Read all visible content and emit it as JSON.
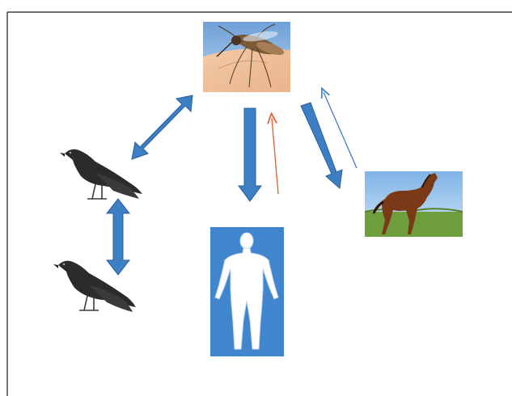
{
  "diagram": {
    "nodes": [
      {
        "id": "mosquito",
        "icon": "mosquito-photo"
      },
      {
        "id": "crow-upper",
        "icon": "crow-icon"
      },
      {
        "id": "crow-lower",
        "icon": "crow-icon"
      },
      {
        "id": "human",
        "icon": "human-silhouette-icon"
      },
      {
        "id": "horse",
        "icon": "horse-photo"
      }
    ],
    "edges": [
      {
        "from": "mosquito",
        "to": "crow-upper",
        "style": "thick-double",
        "color": "#3d7fc4"
      },
      {
        "from": "crow-upper",
        "to": "crow-lower",
        "style": "thick-double",
        "color": "#3d7fc4"
      },
      {
        "from": "mosquito",
        "to": "human",
        "style": "thick-single",
        "color": "#3d7fc4"
      },
      {
        "from": "human",
        "to": "mosquito",
        "style": "thin-single",
        "color": "#e0653a"
      },
      {
        "from": "mosquito",
        "to": "horse",
        "style": "thick-single",
        "color": "#3d7fc4"
      },
      {
        "from": "horse",
        "to": "mosquito",
        "style": "thin-single",
        "color": "#3d7fc4"
      }
    ],
    "colors": {
      "arrow_blue": "#3d7fc4",
      "arrow_orange": "#e0653a",
      "human_panel": "#3f86cf",
      "border": "#1a1a1a"
    }
  }
}
